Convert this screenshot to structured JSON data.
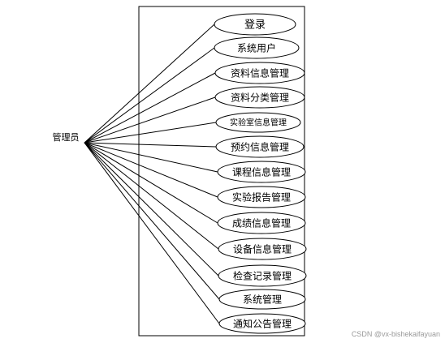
{
  "diagram": {
    "actor": {
      "label": "管理员"
    },
    "use_cases": [
      {
        "label": "登录"
      },
      {
        "label": "系统用户"
      },
      {
        "label": "资料信息管理"
      },
      {
        "label": "资料分类管理"
      },
      {
        "label": "实验室信息管理"
      },
      {
        "label": "预约信息管理"
      },
      {
        "label": "课程信息管理"
      },
      {
        "label": "实验报告管理"
      },
      {
        "label": "成绩信息管理"
      },
      {
        "label": "设备信息管理"
      },
      {
        "label": "检查记录管理"
      },
      {
        "label": "系统管理"
      },
      {
        "label": "通知公告管理"
      }
    ]
  },
  "watermark": {
    "text": "CSDN @vx-bishekaifayuan"
  }
}
